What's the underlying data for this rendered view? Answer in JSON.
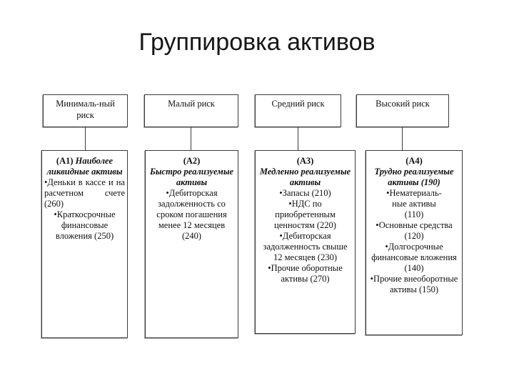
{
  "slide": {
    "title": "Группировка активов"
  },
  "top_row": [
    {
      "label": "Минималь-ный риск"
    },
    {
      "label": "Малый риск"
    },
    {
      "label": "Средний риск"
    },
    {
      "label": "Высокий риск"
    }
  ],
  "groups": [
    {
      "code": "(А1)",
      "name": "Наиболее ликвидные активы",
      "items": [
        "Деньки в кассе и на расчетном счете (260)",
        "Краткосрочные финансовые вложения (250)"
      ]
    },
    {
      "code": "(А2)",
      "name": "Быстро реализуемые активы",
      "items": [
        "Дебиторская задолженность со сроком погашения менее 12 месяцев (240)"
      ]
    },
    {
      "code": "(А3)",
      "name": "Медленно реализуемые активы",
      "items": [
        "Запасы (210)",
        "НДС по приобретенным ценностям (220)",
        "Дебиторская задолженность свыше 12 месяцев (230)",
        "Прочие оборотные активы (270)"
      ]
    },
    {
      "code": "(А4)",
      "name": "Трудно реализуемые активы (190)",
      "items": [
        "Нематериаль-ные активы (110)",
        "Основные средства (120)",
        "Долгосрочные финансовые вложения (140)",
        "Прочие внеоборотные активы (150)"
      ]
    }
  ]
}
